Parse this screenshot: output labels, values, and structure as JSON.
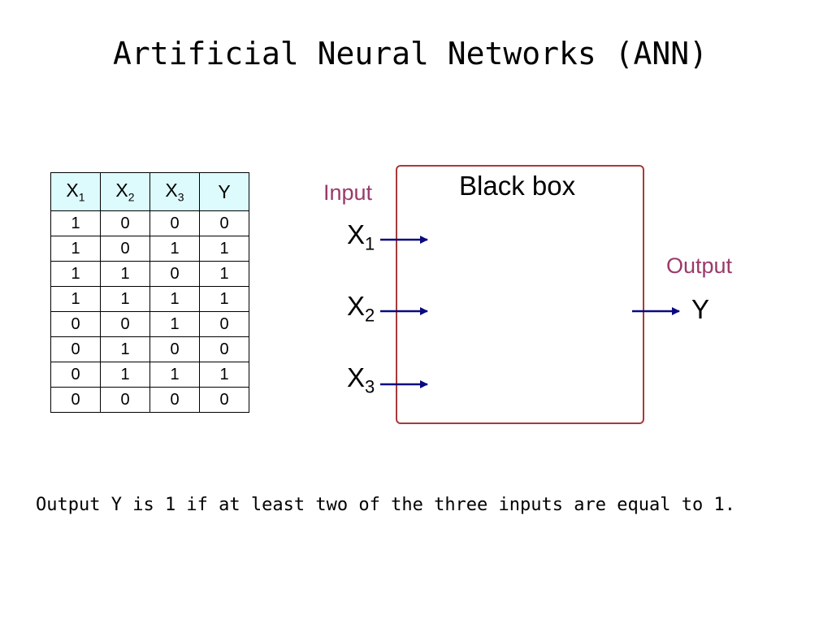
{
  "title": "Artificial Neural Networks (ANN)",
  "table": {
    "headers": [
      {
        "base": "X",
        "sub": "1"
      },
      {
        "base": "X",
        "sub": "2"
      },
      {
        "base": "X",
        "sub": "3"
      },
      {
        "base": "Y",
        "sub": ""
      }
    ],
    "header_bg": "#ddfbfd",
    "rows": [
      [
        "1",
        "0",
        "0",
        "0"
      ],
      [
        "1",
        "0",
        "1",
        "1"
      ],
      [
        "1",
        "1",
        "0",
        "1"
      ],
      [
        "1",
        "1",
        "1",
        "1"
      ],
      [
        "0",
        "0",
        "1",
        "0"
      ],
      [
        "0",
        "1",
        "0",
        "0"
      ],
      [
        "0",
        "1",
        "1",
        "1"
      ],
      [
        "0",
        "0",
        "0",
        "0"
      ]
    ]
  },
  "diagram": {
    "box_label": "Black box",
    "input_label": "Input",
    "output_label": "Output",
    "inputs": [
      {
        "base": "X",
        "sub": "1"
      },
      {
        "base": "X",
        "sub": "2"
      },
      {
        "base": "X",
        "sub": "3"
      }
    ],
    "output": "Y",
    "colors": {
      "box_border": "#a83a3a",
      "labels": "#9a3a6a",
      "arrows": "#0a0a80"
    }
  },
  "caption": "Output Y is 1 if at least two of the three inputs are equal to 1."
}
